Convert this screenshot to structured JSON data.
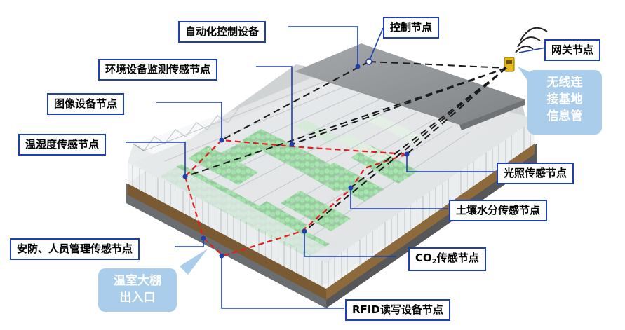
{
  "labels": {
    "auto_control": "自动化控制设备",
    "control_node": "控制节点",
    "gateway_node": "网关节点",
    "env_sensor": "环境设备监测传感节点",
    "image_node": "图像设备节点",
    "temp_humidity": "温湿度传感节点",
    "light_sensor": "光照传感节点",
    "soil_moisture": "土壤水分传感节点",
    "security_personnel": "安防、人员管理传感节点",
    "co2_prefix": "CO",
    "co2_sub": "2",
    "co2_suffix": "传感节点",
    "rfid": "RFID读写设备节点"
  },
  "bubbles": {
    "wireless_line1": "无线连",
    "wireless_line2": "接基地",
    "wireless_line3": "信息管",
    "entrance_line1": "温室大棚",
    "entrance_line2": "出入口"
  },
  "colors": {
    "label_border": "#1f3fae",
    "leader_line": "#1f3fae",
    "dashed_link": "#1a1a1a",
    "red_path": "#e02020",
    "bubble_fill": "#a9cdea",
    "roof": "#8f9396",
    "plants": "#3cc84a",
    "wall": "#7a5a32"
  }
}
